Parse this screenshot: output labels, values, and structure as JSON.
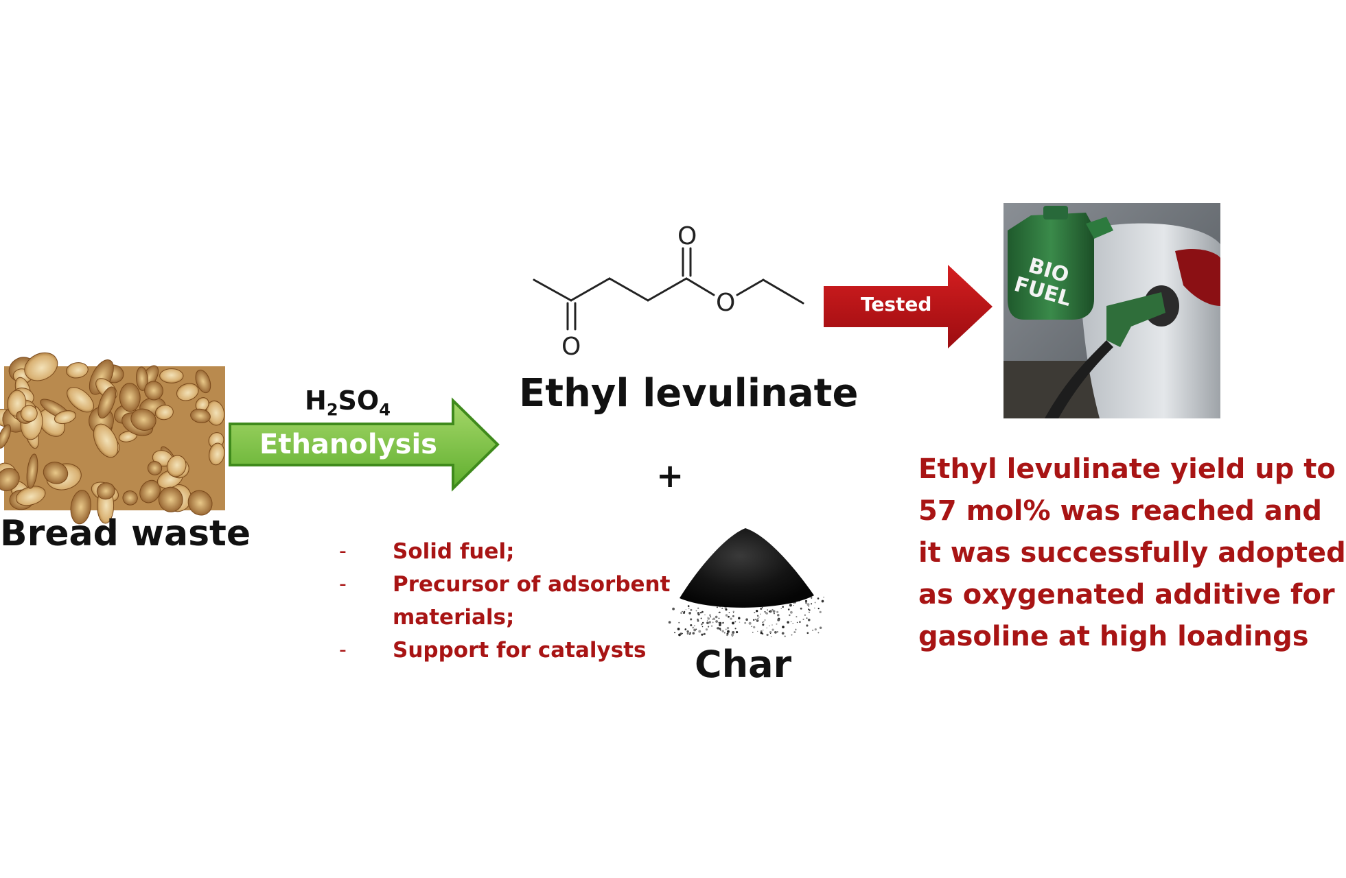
{
  "colors": {
    "accent_red": "#a81414",
    "arrow_green": "#7cc042",
    "arrow_red": "#c4141a",
    "text_dark": "#111111"
  },
  "feedstock": {
    "label": "Bread waste",
    "image": "bread-pieces-photo"
  },
  "reaction": {
    "reagent_prefix": "H",
    "reagent_sub1": "2",
    "reagent_mid": "SO",
    "reagent_sub2": "4",
    "arrow_label": "Ethanolysis"
  },
  "product": {
    "name": "Ethyl levulinate",
    "atoms": {
      "ketone_o": "O",
      "carbonyl_o": "O",
      "ester_o": "O"
    }
  },
  "plus_sign": "+",
  "byproduct": {
    "name": "Char",
    "image": "char-powder-pile",
    "uses": [
      {
        "bullet": "-",
        "text": "Solid fuel;"
      },
      {
        "bullet": "-",
        "text": "Precursor of adsorbent",
        "continuation": "materials;"
      },
      {
        "bullet": "-",
        "text": "Support for catalysts"
      }
    ]
  },
  "test_arrow": {
    "label": "Tested"
  },
  "fuel_image": {
    "can_label_line1": "BIO",
    "can_label_line2": "FUEL"
  },
  "conclusion": {
    "lines": [
      "Ethyl levulinate yield up to",
      "57 mol% was reached and",
      "it was successfully adopted",
      "as oxygenated additive for",
      "gasoline at high loadings"
    ]
  }
}
